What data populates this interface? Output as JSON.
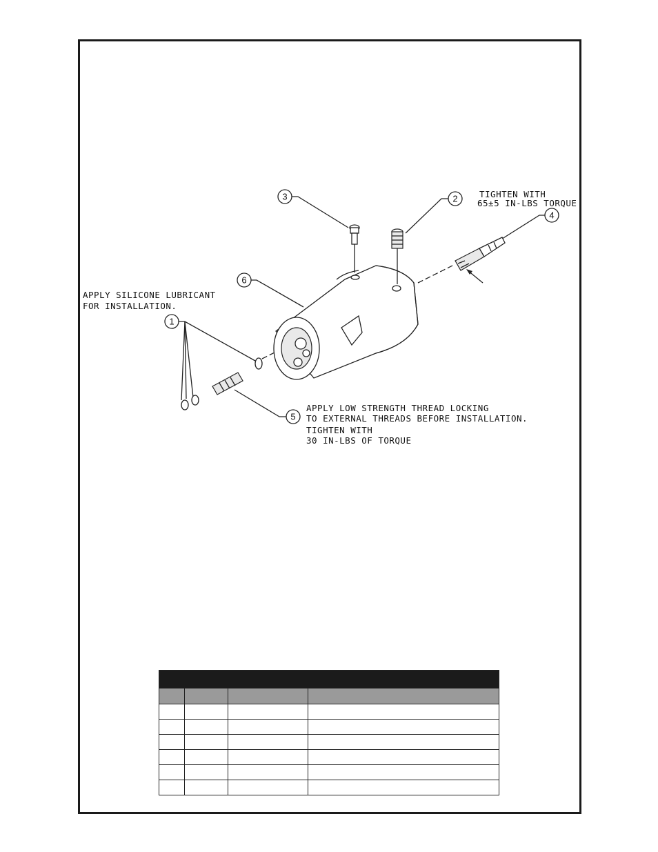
{
  "notes": {
    "torque_top_1": "TIGHTEN WITH",
    "torque_top_2": "65±5 IN-LBS TORQUE",
    "silicone_1": "APPLY SILICONE LUBRICANT",
    "silicone_2": "FOR INSTALLATION.",
    "thread_1": "APPLY LOW STRENGTH THREAD LOCKING",
    "thread_2": "TO EXTERNAL THREADS BEFORE INSTALLATION.",
    "torque_bottom_1": "TIGHTEN WITH",
    "torque_bottom_2": "30 IN-LBS OF TORQUE"
  },
  "callouts": [
    "1",
    "2",
    "3",
    "4",
    "5",
    "6"
  ],
  "table": {
    "title": "",
    "headers": [
      "",
      "",
      "",
      ""
    ],
    "rows": [
      [
        "",
        "",
        "",
        ""
      ],
      [
        "",
        "",
        "",
        ""
      ],
      [
        "",
        "",
        "",
        ""
      ],
      [
        "",
        "",
        "",
        ""
      ],
      [
        "",
        "",
        "",
        ""
      ],
      [
        "",
        "",
        "",
        ""
      ]
    ]
  }
}
